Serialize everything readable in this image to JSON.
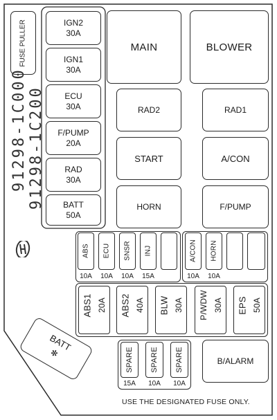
{
  "fuse_puller": "FUSE PULLER",
  "part_numbers": [
    "91298-1C000",
    "91298-1C200"
  ],
  "left_fuses": [
    {
      "name": "IGN2",
      "amp": "30A"
    },
    {
      "name": "IGN1",
      "amp": "30A"
    },
    {
      "name": "ECU",
      "amp": "30A"
    },
    {
      "name": "F/PUMP",
      "amp": "20A"
    },
    {
      "name": "RAD",
      "amp": "30A"
    },
    {
      "name": "BATT",
      "amp": "50A"
    }
  ],
  "relays": {
    "main": "MAIN",
    "blower": "BLOWER",
    "rad2": "RAD2",
    "rad1": "RAD1",
    "start": "START",
    "acon": "A/CON",
    "horn": "HORN",
    "fpump": "F/PUMP",
    "balarm": "B/ALARM"
  },
  "mini_fuses": [
    {
      "name": "ABS",
      "amp": "10A"
    },
    {
      "name": "ECU",
      "amp": "10A"
    },
    {
      "name": "SNSR",
      "amp": "10A"
    },
    {
      "name": "INJ",
      "amp": "15A"
    },
    {
      "name": "",
      "amp": ""
    },
    {
      "name": "A/CON",
      "amp": "10A"
    },
    {
      "name": "HORN",
      "amp": "10A"
    },
    {
      "name": "",
      "amp": ""
    },
    {
      "name": "",
      "amp": ""
    }
  ],
  "cartridge_fuses": [
    {
      "name": "ABS1",
      "amp": "20A"
    },
    {
      "name": "ABS2",
      "amp": "40A"
    },
    {
      "name": "BLW",
      "amp": "30A"
    },
    {
      "name": "P/WDW",
      "amp": "30A"
    },
    {
      "name": "EPS",
      "amp": "50A"
    }
  ],
  "spare_fuses": [
    {
      "name": "SPARE",
      "amp": "15A"
    },
    {
      "name": "SPARE",
      "amp": "10A"
    },
    {
      "name": "SPARE",
      "amp": "10A"
    }
  ],
  "battery_label": "BATT",
  "battery_symbol": "✻",
  "footer": "USE THE DESIGNATED FUSE ONLY."
}
